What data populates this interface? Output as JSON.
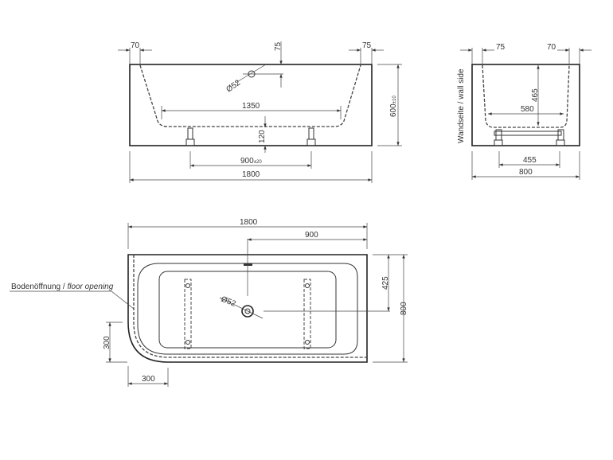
{
  "front_view": {
    "dims": {
      "rim_left": "70",
      "rim_right": "75",
      "drain_offset": "75",
      "drain_dia": "Ø52",
      "inner_length": "1350",
      "foot_height": "120",
      "feet_spacing": "900",
      "feet_spacing_tol": "±20",
      "length": "1800",
      "height": "600",
      "height_tol": "±10"
    }
  },
  "side_view": {
    "wall_label": "Wandseite / wall side",
    "dims": {
      "rim_left": "75",
      "rim_right": "70",
      "depth": "465",
      "inner_width": "580",
      "feet_spacing": "455",
      "width": "800"
    }
  },
  "plan_view": {
    "floor_opening_label_de": "Bodenöffnung /",
    "floor_opening_label_en": "floor opening",
    "dims": {
      "length": "1800",
      "drain_x": "900",
      "drain_y": "425",
      "width": "800",
      "drain_dia": "Ø52",
      "opening_h": "300",
      "opening_w": "300"
    }
  }
}
